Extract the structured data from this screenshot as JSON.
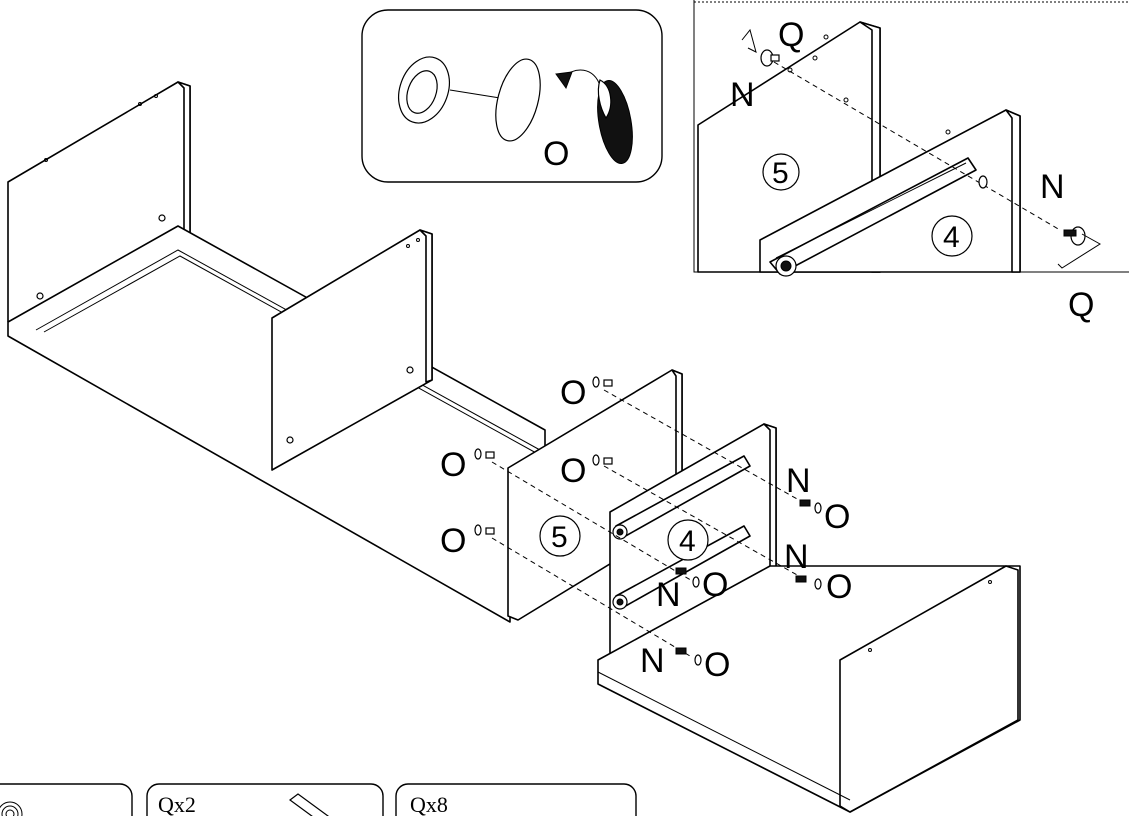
{
  "labels": {
    "O": "O",
    "N": "N",
    "Q": "Q",
    "part_4": "4",
    "part_5": "5"
  },
  "legend": {
    "box_q": "Qx2",
    "box_o": "Qx8"
  }
}
